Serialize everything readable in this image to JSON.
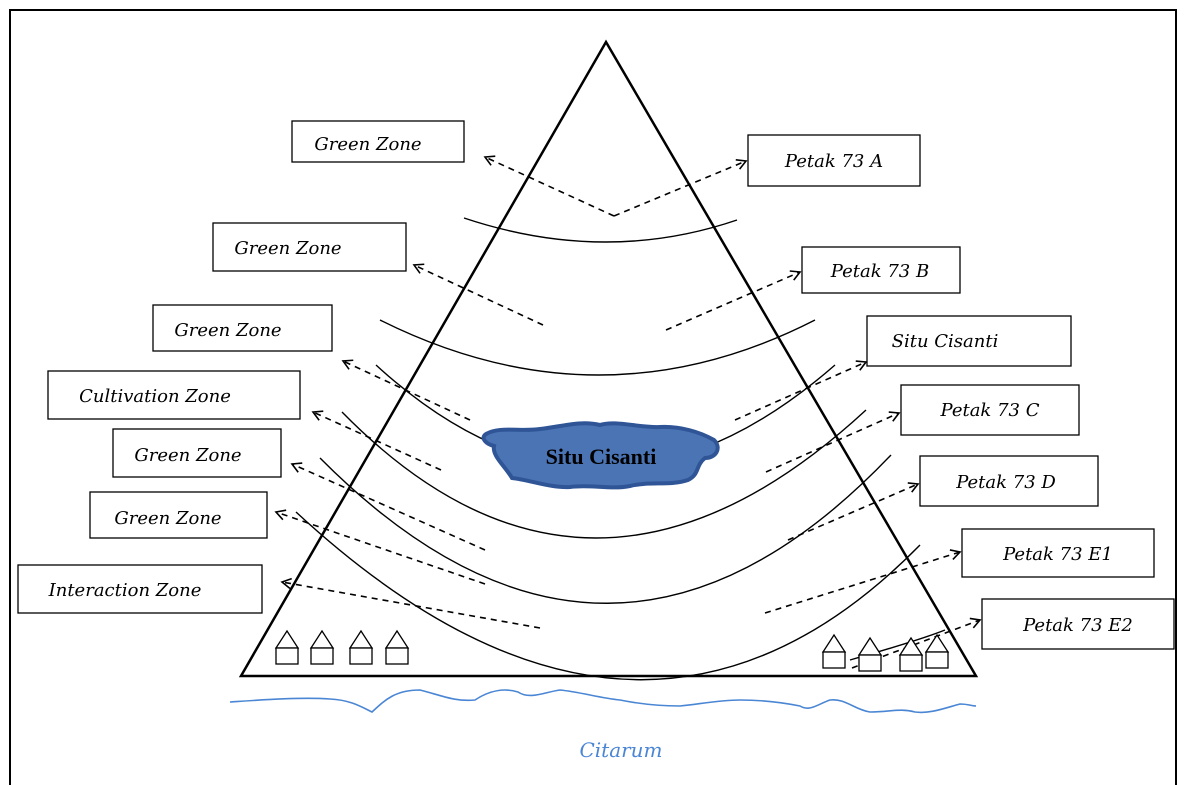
{
  "colors": {
    "lake_fill": "#4a74b4",
    "lake_stroke": "#2f5597",
    "river": "#4a86d4",
    "river_label": "#4a86d4"
  },
  "left_zones": [
    "Green Zone",
    "Green Zone",
    "Green Zone",
    "Cultivation Zone",
    "Green Zone",
    "Green Zone",
    "Interaction Zone"
  ],
  "right_zones": [
    "Petak 73 A",
    "Petak 73 B",
    "Situ Cisanti",
    "Petak 73 C",
    "Petak 73 D",
    "Petak 73 E1",
    "Petak 73 E2"
  ],
  "lake": {
    "label": "Situ Cisanti",
    "icon": "lake-shape"
  },
  "river": {
    "label": "Citarum",
    "icon": "river-line"
  },
  "settlements": {
    "icon": "house-icon",
    "left_count": 4,
    "right_count": 4
  }
}
